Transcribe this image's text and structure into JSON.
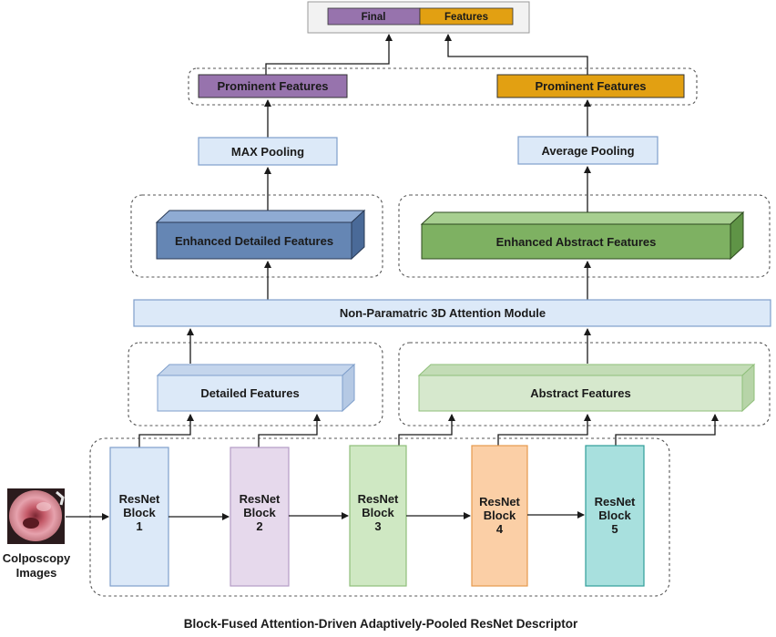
{
  "final_bar": {
    "left_label": "Final",
    "right_label": "Features"
  },
  "top": {
    "prominent_left": "Prominent Features",
    "prominent_right": "Prominent Features",
    "max_pooling": "MAX Pooling",
    "average_pooling": "Average Pooling"
  },
  "enhanced": {
    "detailed": "Enhanced Detailed Features",
    "abstract": "Enhanced Abstract Features"
  },
  "attention": "Non-Paramatric 3D Attention Module",
  "features": {
    "detailed": "Detailed Features",
    "abstract": "Abstract Features"
  },
  "input": {
    "label_line1": "Colposcopy",
    "label_line2": "Images"
  },
  "blocks": [
    {
      "line1": "ResNet",
      "line2": "Block",
      "num": "1"
    },
    {
      "line1": "ResNet",
      "line2": "Block",
      "num": "2"
    },
    {
      "line1": "ResNet",
      "line2": "Block",
      "num": "3"
    },
    {
      "line1": "ResNet",
      "line2": "Block",
      "num": "4"
    },
    {
      "line1": "ResNet",
      "line2": "Block",
      "num": "5"
    }
  ],
  "caption": "Block-Fused Attention-Driven Adaptively-Pooled ResNet Descriptor",
  "colors": {
    "purple": "#9773ad",
    "orange": "#e2a012",
    "light_blue": "#dce9f8",
    "blue_border": "#7f9fcb",
    "dark_blue": "#6586b4",
    "green": "#7eb162",
    "light_green": "#d6e8cd"
  }
}
